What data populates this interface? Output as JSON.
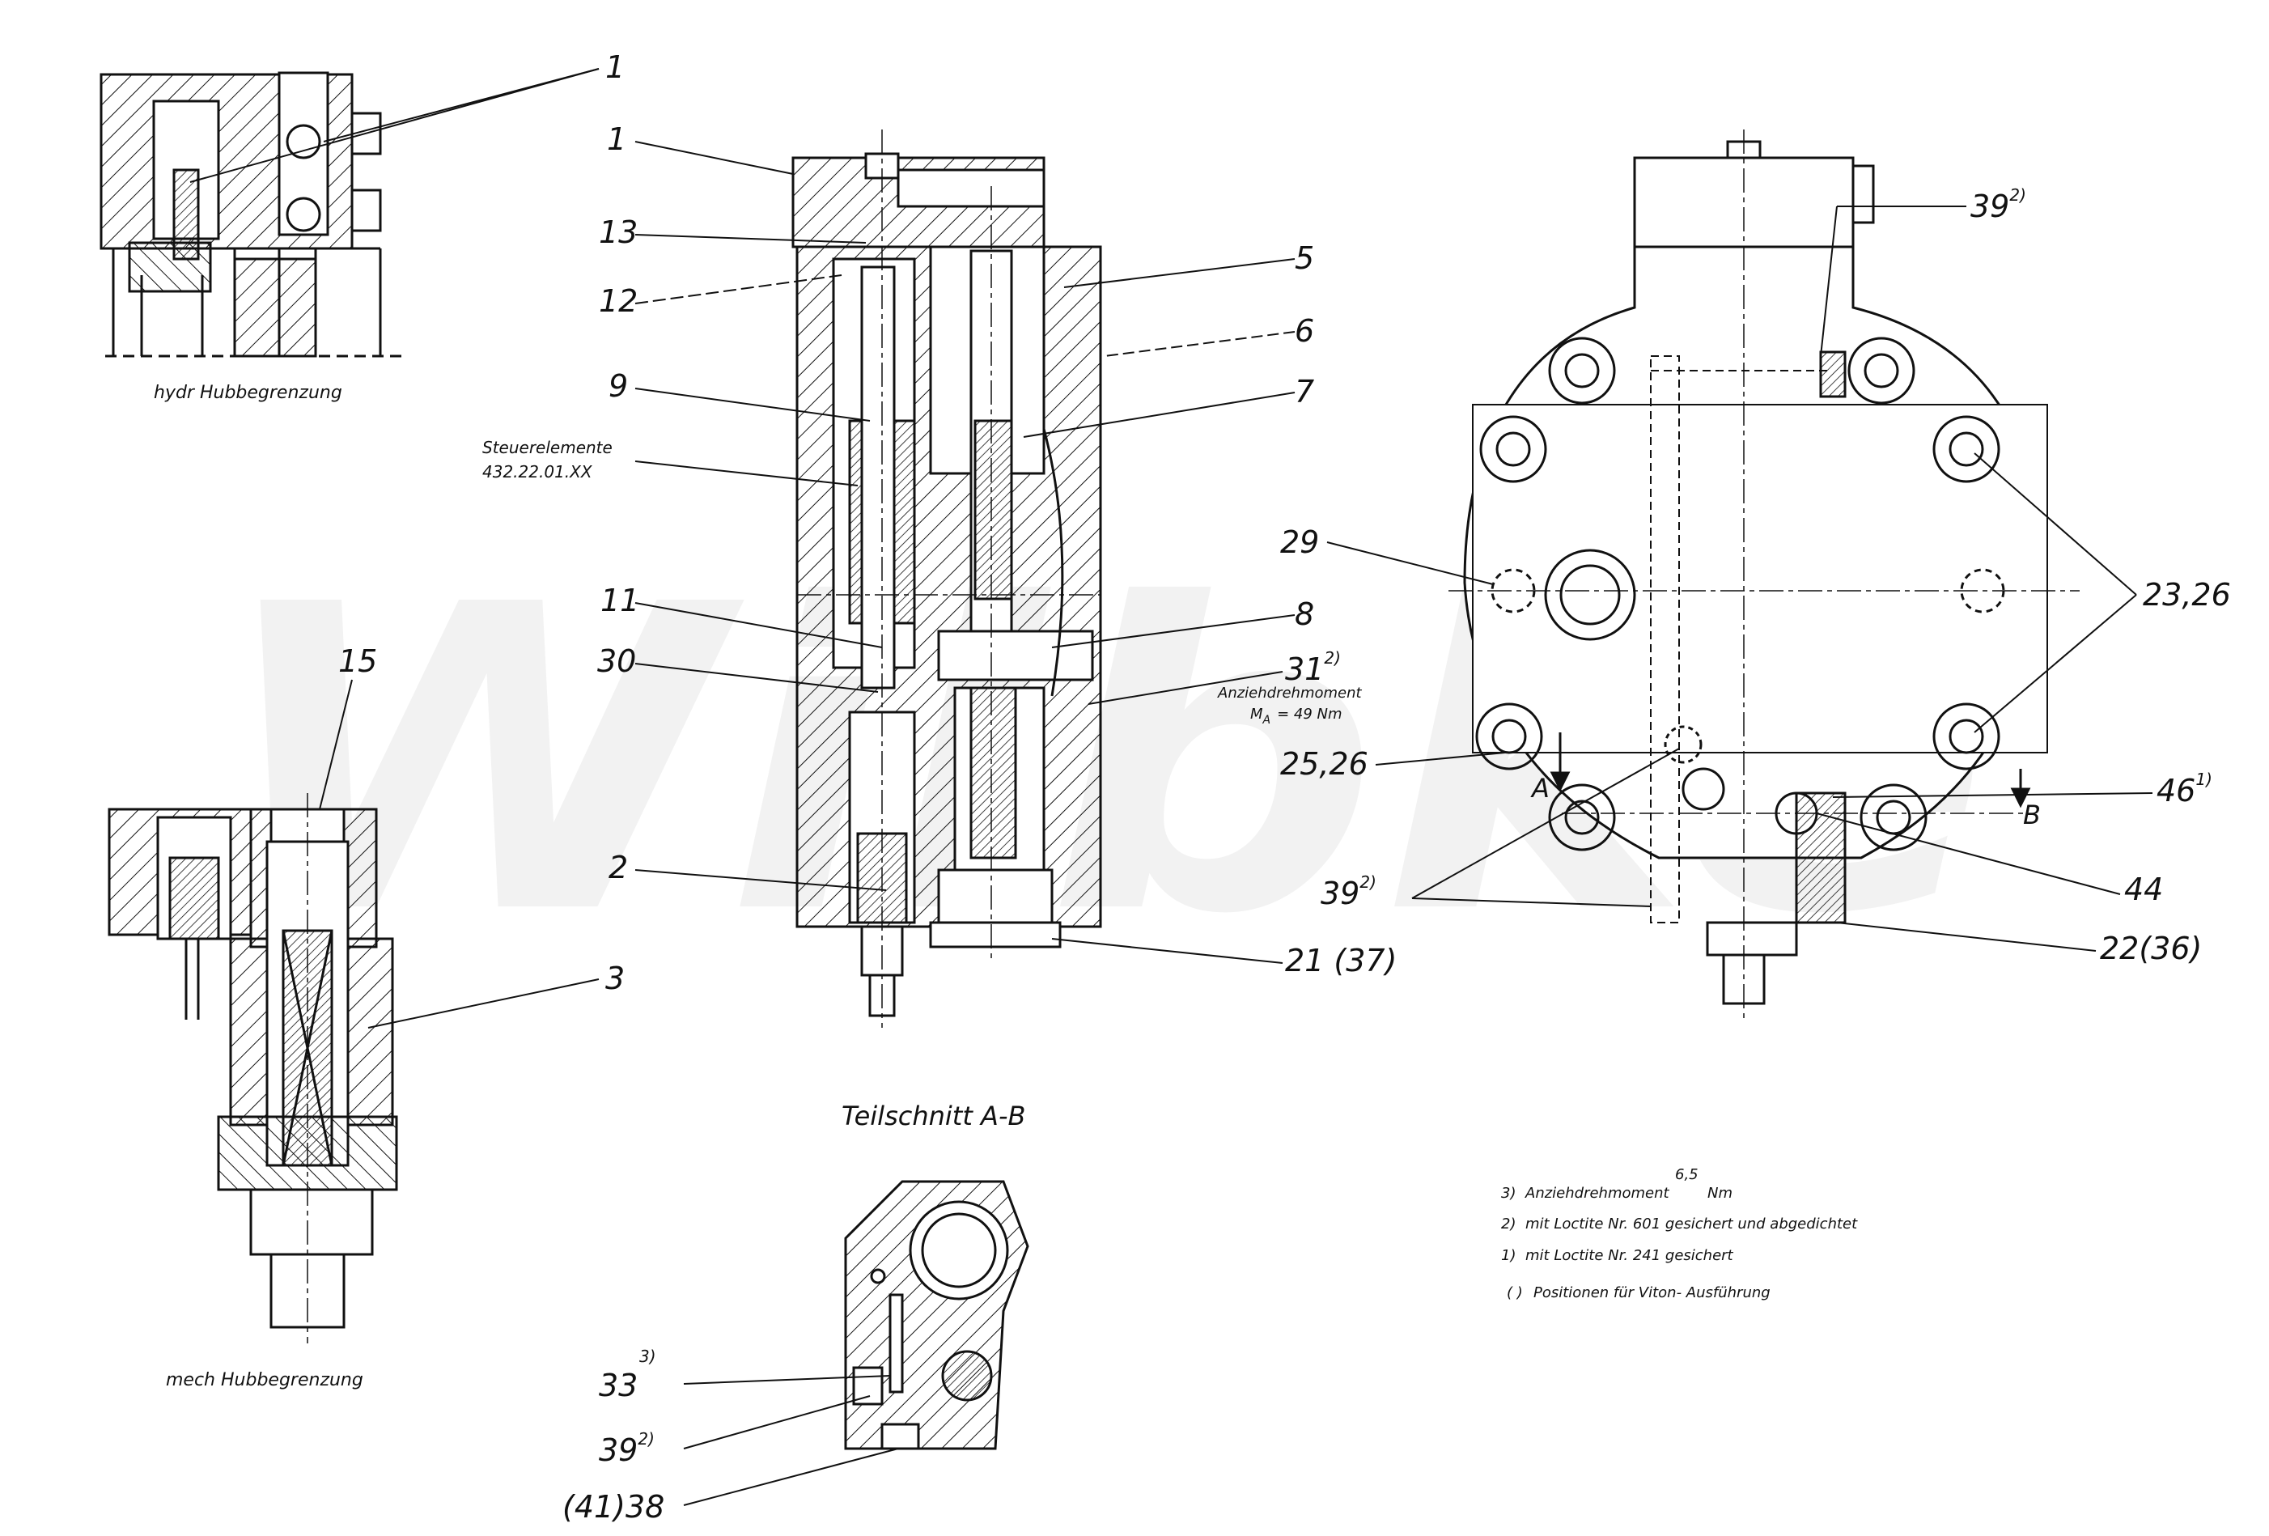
{
  "watermark": "Wilbke",
  "captions": {
    "hydr": "hydr Hubbegrenzung",
    "mech": "mech Hubbegrenzung",
    "section": "Teilschnitt A-B",
    "steuer_line1": "Steuerelemente",
    "steuer_line2": "432.22.01.XX",
    "torque_line1": "Anziehdrehmoment",
    "torque_line2": "M",
    "torque_sub": "A",
    "torque_line3": "= 49 Nm"
  },
  "labels": {
    "p1_left": "1",
    "p1_mid": "1",
    "p13": "13",
    "p12": "12",
    "p9": "9",
    "p11": "11",
    "p30": "30",
    "p2": "2",
    "p3": "3",
    "p15": "15",
    "p5": "5",
    "p6": "6",
    "p7": "7",
    "p8": "8",
    "p31": "31",
    "p31_sup": "2)",
    "p21": "21 (37)",
    "p29": "29",
    "p2526": "25,26",
    "p39a": "39",
    "p39a_sup": "2)",
    "p39b": "39",
    "p39b_sup": "2)",
    "p2326": "23,26",
    "p46": "46",
    "p46_sup": "1)",
    "p44": "44",
    "p2236": "22(36)",
    "p33": "33",
    "p33_sup": "3)",
    "p39c": "39",
    "p39c_sup": "2)",
    "p4138": "(41)38",
    "sec_a": "A",
    "sec_b": "B"
  },
  "notes": {
    "n3": "Anziehdrehmoment",
    "n3_marker": "3)",
    "n3_value": "6,5",
    "n3_unit": "Nm",
    "n2_marker": "2)",
    "n2": "mit Loctite Nr. 601 gesichert und abgedichtet",
    "n1_marker": "1)",
    "n1": "mit Loctite Nr. 241 gesichert",
    "n0_marker": "( )",
    "n0": "Positionen für Viton- Ausführung"
  }
}
